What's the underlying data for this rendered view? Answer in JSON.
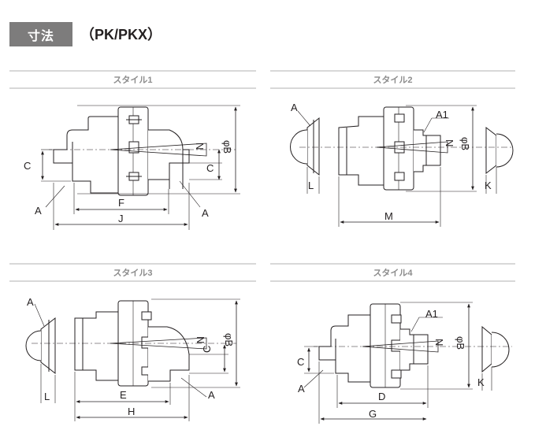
{
  "header": {
    "badge": "寸法",
    "model": "（PK/PKX）"
  },
  "styles": [
    {
      "title": "スタイル1",
      "labels": {
        "a_left": "A",
        "a_right": "A",
        "c_left": "C",
        "c_right": "C",
        "n": "N",
        "b": "φB",
        "f": "F",
        "j": "J"
      }
    },
    {
      "title": "スタイル2",
      "labels": {
        "a": "A",
        "a1": "A1",
        "n": "N",
        "b": "φB",
        "l": "L",
        "m": "M",
        "k": "K"
      }
    },
    {
      "title": "スタイル3",
      "labels": {
        "a_left": "A",
        "a_right": "A",
        "n": "N",
        "b": "φB",
        "c": "C",
        "l": "L",
        "e": "E",
        "h": "H"
      }
    },
    {
      "title": "スタイル4",
      "labels": {
        "a": "A",
        "a1": "A1",
        "n": "N",
        "b": "φB",
        "c": "C",
        "d": "D",
        "g": "G",
        "k": "K"
      }
    }
  ],
  "colors": {
    "badge_bg": "#7d7c7c",
    "rule": "#b0b0b0",
    "title": "#8c8c8c",
    "line": "#231f20"
  }
}
